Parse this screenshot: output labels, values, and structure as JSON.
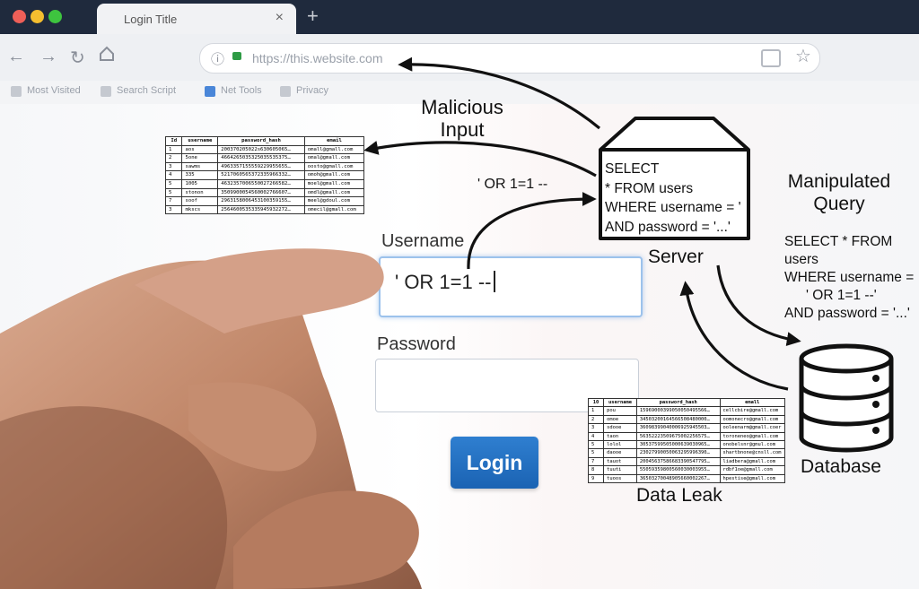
{
  "browser": {
    "tab_title": "Login Title",
    "tab_close": "×",
    "new_tab": "+",
    "url": "https://this.website.com",
    "nav": {
      "back": "←",
      "forward": "→",
      "reload": "↻"
    },
    "bookmarks": [
      "Most Visited",
      "Search Script",
      "Net Tools",
      "Privacy"
    ]
  },
  "form": {
    "username_label": "Username",
    "username_value": "' OR 1=1 --",
    "password_label": "Password",
    "password_value": "",
    "login_button": "Login"
  },
  "diagram": {
    "malicious_input_line1": "Malicious",
    "malicious_input_line2": "Input",
    "injected_payload": "' OR 1=1 --",
    "server_query": [
      "SELECT",
      "* FROM users",
      "WHERE username = '",
      "AND password = '...'"
    ],
    "server_label": "Server",
    "manipulated_title_line1": "Manipulated",
    "manipulated_title_line2": "Query",
    "manipulated_query": [
      "SELECT * FROM",
      "users",
      "WHERE username =",
      "' OR 1=1 --'",
      "AND password = '...'"
    ],
    "database_label": "Database",
    "data_leak_label": "Data Leak",
    "icons": [
      "server-icon",
      "database-icon",
      "hand-pointer"
    ]
  },
  "table_top": {
    "headers": [
      "Id",
      "username",
      "password_hash",
      "email"
    ],
    "rows": [
      [
        "1",
        "aos",
        "200370205022s630605065…",
        "omall@gmall.com"
      ],
      [
        "2",
        "5one",
        "4664265035325035535375…",
        "omal@gmall.com"
      ],
      [
        "3",
        "sawms",
        "4963357155559229955655…",
        "oosto@gmall.com"
      ],
      [
        "4",
        "335",
        "5217060565372335966332…",
        "omoh@gmall.com"
      ],
      [
        "5",
        "1005",
        "4632357006550027266582…",
        "moel@gmall.com"
      ],
      [
        "5",
        "stonon",
        "3509900054560002766607…",
        "omdl@gmall.com"
      ],
      [
        "7",
        "soof",
        "2963158006453100359155…",
        "meel@gdoul.com"
      ],
      [
        "3",
        "mkscs",
        "2564600535335945932272…",
        "omecil@gmall.com"
      ]
    ]
  },
  "table_bottom": {
    "headers": [
      "10",
      "username",
      "password_hash",
      "emall"
    ],
    "rows": [
      [
        "1",
        "pou",
        "15969000399050050495566…",
        "cellcbire@gmall.com"
      ],
      [
        "2",
        "omoe",
        "34503200164566508480000…",
        "oomonecro@gmall.com"
      ],
      [
        "3",
        "sdooe",
        "36098399040006925945503…",
        "ooleenarm@gmall.coer"
      ],
      [
        "4",
        "taon",
        "56352223509675002256575…",
        "toroneneo@gmall.com"
      ],
      [
        "5",
        "lolol",
        "30537599505000639030965…",
        "onobelsnr@gmul.com"
      ],
      [
        "5",
        "daooe",
        "23027990050063295996390…",
        "shartbnone@cnsll.com"
      ],
      [
        "7",
        "tauot",
        "20045637586683390547795…",
        "liadbera@gmall.com"
      ],
      [
        "8",
        "tuuti",
        "55059359800560030003955…",
        "rdbf1oe@gmall.com"
      ],
      [
        "9",
        "tuoos",
        "36503270048905660002267…",
        "hpestise@gmall.com"
      ]
    ]
  },
  "colors": {
    "titlebar": "#1f2a3d",
    "login_button": "#1f6bbf",
    "focus_ring": "#9cc2ec",
    "arrow": "#111111",
    "lock": "#2e9b45"
  }
}
